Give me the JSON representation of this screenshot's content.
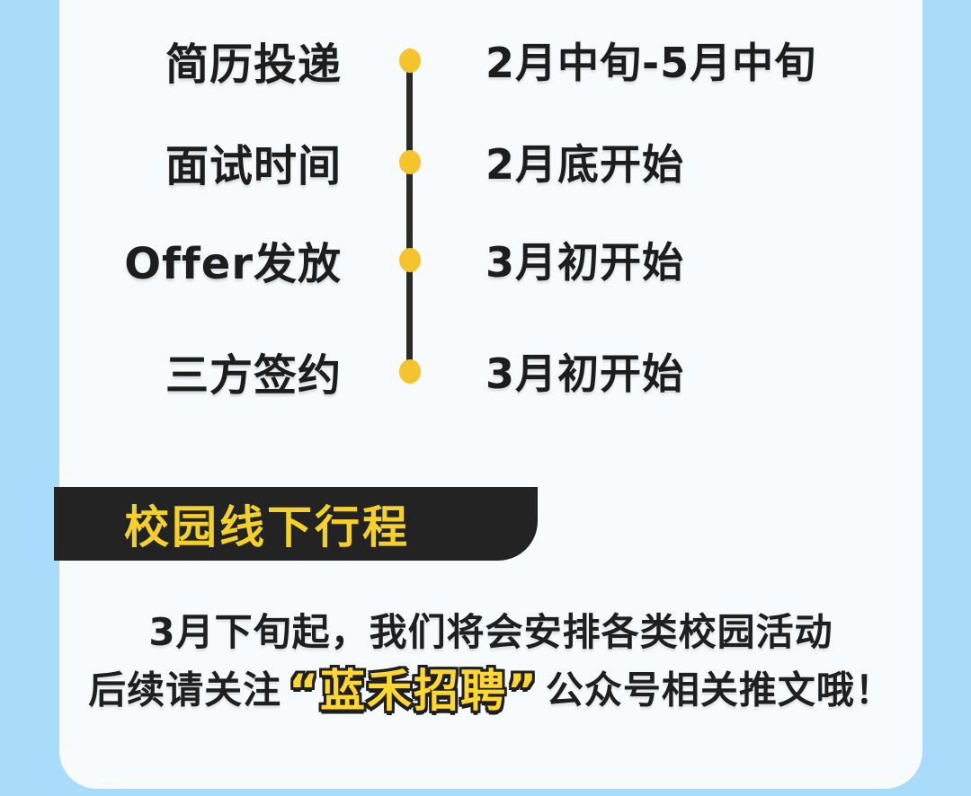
{
  "colors": {
    "background": "#A8DCFA",
    "card": "#F7FBFE",
    "dot_yellow": "#F5C42C",
    "timeline_line": "#2B2B25",
    "banner_bg": "#232323",
    "banner_text": "#F3D02A",
    "brand_yellow": "#FFD72E",
    "text_dark": "#1D1D1D"
  },
  "icons": {
    "timeline_dot": "filled-circle"
  },
  "timeline": {
    "rows": [
      {
        "label": "简历投递",
        "value": "2月中旬-5月中旬"
      },
      {
        "label": "面试时间",
        "value": "2月底开始"
      },
      {
        "label": "Offer发放",
        "value": "3月初开始"
      },
      {
        "label": "三方签约",
        "value": "3月初开始"
      }
    ]
  },
  "banner": {
    "title": "校园线下行程"
  },
  "footer": {
    "line1": "3月下旬起，我们将会安排各类校园活动",
    "line2_prefix": "后续请关注",
    "brand": "“蓝禾招聘”",
    "line2_suffix": "公众号相关推文哦！"
  }
}
